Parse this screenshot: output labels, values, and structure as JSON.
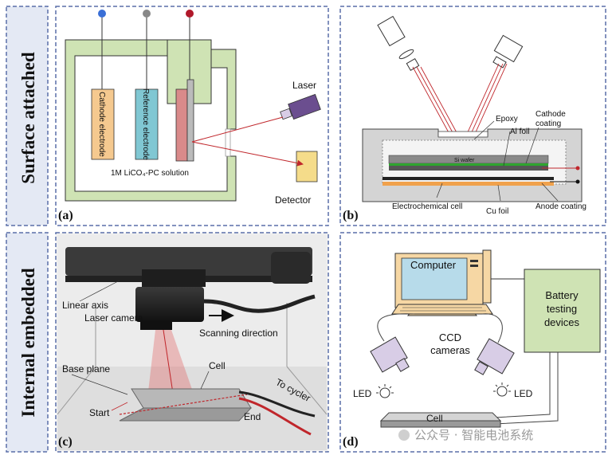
{
  "rows": {
    "top": "Surface attached",
    "bottom": "Internal embedded"
  },
  "panels": {
    "a": {
      "tag": "(a)",
      "cathode": "Cathode electrode",
      "reference": "Reference electrode",
      "solution": "1M LiCO₄-PC solution",
      "laser": "Laser",
      "detector": "Detector"
    },
    "b": {
      "tag": "(b)",
      "epoxy": "Epoxy",
      "al_foil": "Al foil",
      "cathode_coating_1": "Cathode",
      "cathode_coating_2": "coating",
      "si_wafer": "Si wafer",
      "cell": "Electrochemical cell",
      "cu_foil": "Cu foil",
      "anode": "Anode coating"
    },
    "c": {
      "tag": "(c)",
      "linear_axis": "Linear axis",
      "laser_camera": "Laser  camera",
      "scanning": "Scanning direction",
      "base_plane": "Base plane",
      "cell": "Cell",
      "start": "Start",
      "end": "End",
      "cycler": "To cycler"
    },
    "d": {
      "tag": "(d)",
      "computer": "Computer",
      "battery_1": "Battery",
      "battery_2": "testing",
      "battery_3": "devices",
      "ccd_1": "CCD",
      "ccd_2": "cameras",
      "led_left": "LED",
      "led_right": "LED",
      "cell": "Cell"
    }
  },
  "watermark": "公众号 · 智能电池系统",
  "colors": {
    "frame": "#5a6fa8",
    "side_panel": "#e4e9f4",
    "container": "#cfe3b4",
    "cathode": "#f5c98f",
    "reference": "#80c7d3",
    "sample": "#d98a8a",
    "laser_body": "#6b4e8f",
    "detector": "#f5dc8a",
    "beam": "#c0262b",
    "monitor": "#f6d7a4",
    "screen": "#b7dbea",
    "battery_box": "#cfe3b4",
    "camera": "#d8cde6"
  }
}
